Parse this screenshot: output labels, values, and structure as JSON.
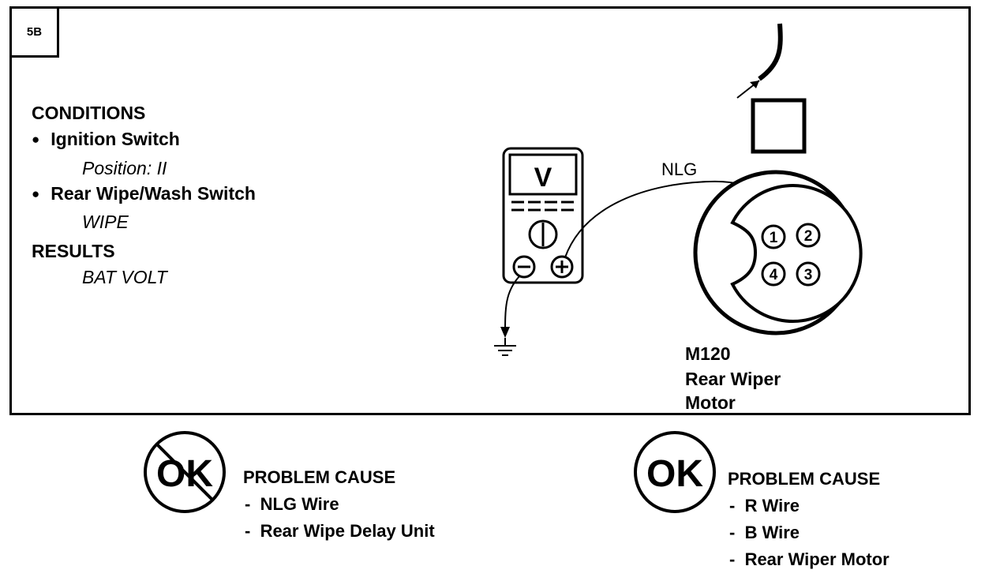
{
  "step_tag": "5B",
  "conditions": {
    "heading": "CONDITIONS",
    "items": [
      {
        "label": "Ignition Switch",
        "value": "Position: II"
      },
      {
        "label": "Rear Wipe/Wash Switch",
        "value": "WIPE"
      }
    ]
  },
  "results": {
    "heading": "RESULTS",
    "value": "BAT VOLT"
  },
  "meter": {
    "display": "V"
  },
  "wire_label": "NLG",
  "connector": {
    "pins": [
      "1",
      "2",
      "3",
      "4"
    ],
    "id": "M120",
    "name_line1": "Rear Wiper",
    "name_line2": "Motor"
  },
  "not_ok": {
    "symbol": "OK",
    "heading": "PROBLEM CAUSE",
    "causes": [
      "NLG Wire",
      "Rear Wipe Delay Unit"
    ]
  },
  "ok": {
    "symbol": "OK",
    "heading": "PROBLEM CAUSE",
    "causes": [
      "R Wire",
      "B Wire",
      "Rear Wiper Motor"
    ]
  }
}
